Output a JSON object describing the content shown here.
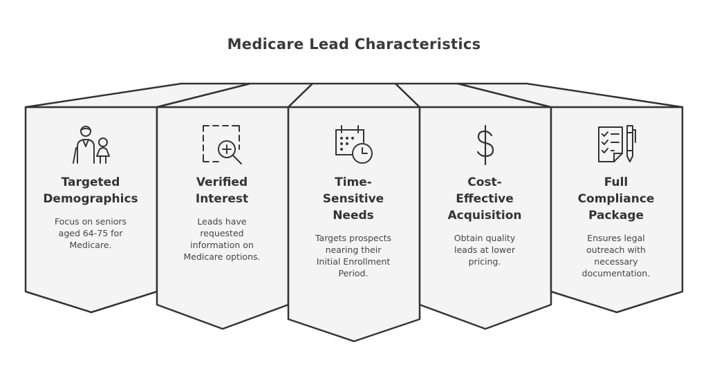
{
  "title": "Medicare Lead Characteristics",
  "colors": {
    "stroke": "#333333",
    "fill": "#f4f4f4",
    "text": "#333333"
  },
  "cards": [
    {
      "heading": "Targeted\nDemographics",
      "description": "Focus on seniors\naged 64-75 for\nMedicare.",
      "icon": "senior-people-icon"
    },
    {
      "heading": "Verified\nInterest",
      "description": "Leads have\nrequested\ninformation on\nMedicare options.",
      "icon": "magnify-plus-icon"
    },
    {
      "heading": "Time-\nSensitive\nNeeds",
      "description": "Targets prospects\nnearing their\nInitial Enrollment\nPeriod.",
      "icon": "calendar-clock-icon"
    },
    {
      "heading": "Cost-\nEffective\nAcquisition",
      "description": "Obtain quality\nleads at lower\npricing.",
      "icon": "dollar-icon"
    },
    {
      "heading": "Full\nCompliance\nPackage",
      "description": "Ensures legal\noutreach with\nnecessary\ndocumentation.",
      "icon": "checklist-pen-icon"
    }
  ]
}
